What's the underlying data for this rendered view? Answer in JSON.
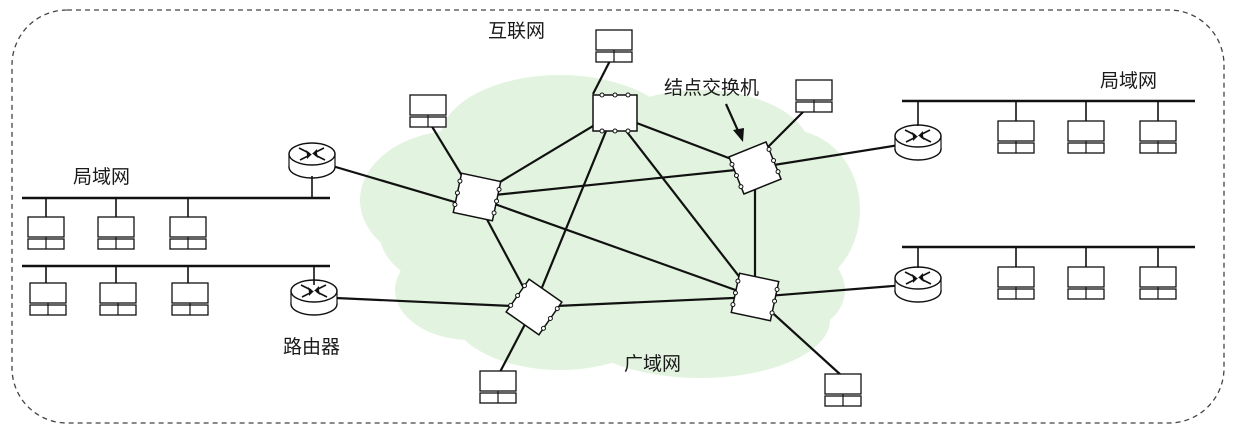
{
  "labels": {
    "internet": "互联网",
    "switch_node": "结点交换机",
    "lan_left": "局域网",
    "lan_right": "局域网",
    "router": "路由器",
    "wan": "广域网"
  },
  "colors": {
    "cloud": "#e2f4df",
    "border": "#444444",
    "line": "#111111"
  },
  "icons": {
    "router": "router-icon",
    "switch": "packet-switch-icon",
    "host": "computer-host-icon"
  }
}
